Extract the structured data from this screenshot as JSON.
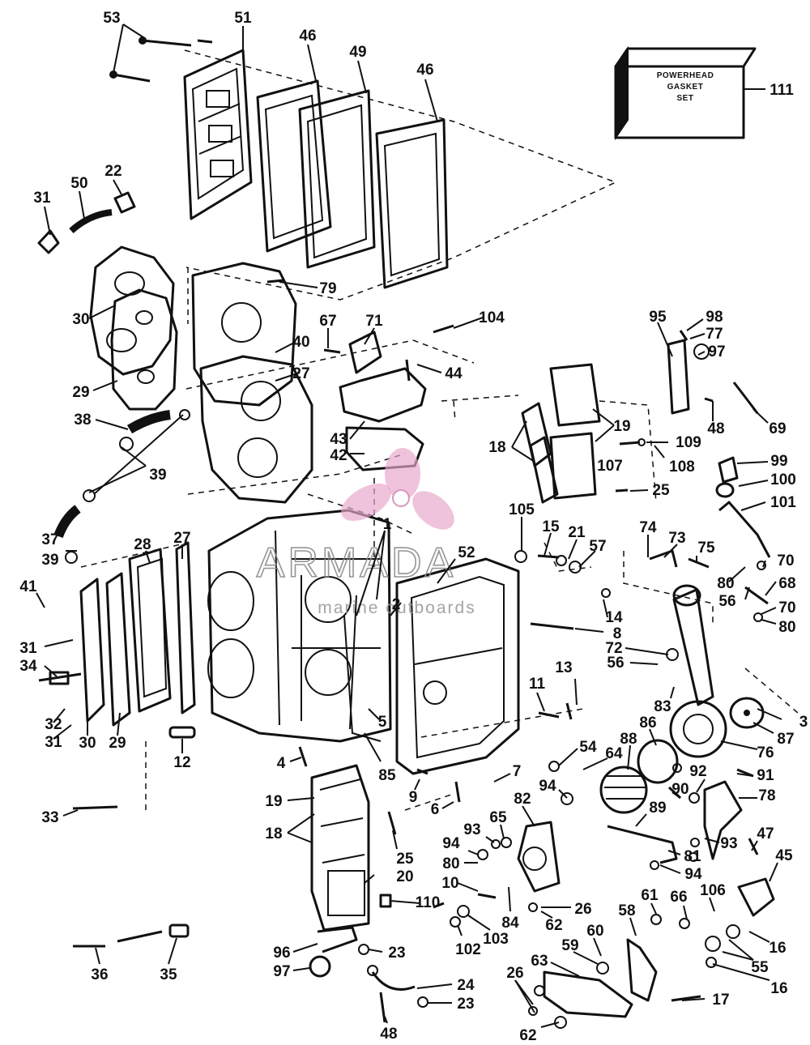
{
  "labels": [
    "53",
    "51",
    "46",
    "49",
    "46",
    "111",
    "22",
    "31",
    "50",
    "30",
    "79",
    "104",
    "67",
    "71",
    "40",
    "95",
    "98",
    "77",
    "97",
    "44",
    "27",
    "29",
    "48",
    "69",
    "38",
    "43",
    "19",
    "109",
    "39",
    "42",
    "18",
    "107",
    "108",
    "99",
    "100",
    "25",
    "101",
    "105",
    "1",
    "15",
    "21",
    "74",
    "73",
    "75",
    "70",
    "37",
    "39",
    "52",
    "57",
    "2",
    "80",
    "68",
    "56",
    "41",
    "14",
    "70",
    "80",
    "72",
    "8",
    "28",
    "27",
    "31",
    "34",
    "56",
    "13",
    "11",
    "83",
    "3",
    "87",
    "86",
    "76",
    "88",
    "32",
    "31",
    "30",
    "29",
    "12",
    "4",
    "5",
    "85",
    "54",
    "64",
    "7",
    "9",
    "6",
    "94",
    "91",
    "92",
    "78",
    "90",
    "89",
    "33",
    "19",
    "18",
    "82",
    "25",
    "65",
    "93",
    "94",
    "80",
    "20",
    "10",
    "110",
    "93",
    "81",
    "94",
    "47",
    "45",
    "84",
    "26",
    "106",
    "66",
    "61",
    "62",
    "102",
    "103",
    "58",
    "16",
    "55",
    "60",
    "59",
    "96",
    "23",
    "97",
    "24",
    "23",
    "26",
    "63",
    "17",
    "36",
    "35",
    "16",
    "48",
    "62"
  ],
  "kit_box_text": [
    "POWERHEAD",
    "GASKET",
    "SET"
  ],
  "watermark": {
    "name": "ARMADA",
    "tagline": "marine outboards"
  }
}
